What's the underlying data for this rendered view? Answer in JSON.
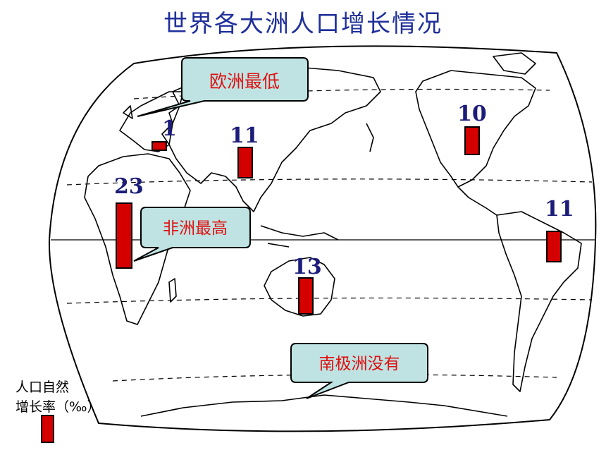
{
  "title": "世界各大洲人口增长情况",
  "callouts": {
    "europe": "欧洲最低",
    "africa": "非洲最高",
    "antarctica": "南极洲没有"
  },
  "values": {
    "europe": "1",
    "asia": "11",
    "africa": "23",
    "north_america": "10",
    "south_america": "11",
    "oceania": "13"
  },
  "growth_rates_per_mille": {
    "europe": 1,
    "asia": 11,
    "africa": 23,
    "north_america": 10,
    "south_america": 11,
    "oceania": 13
  },
  "legend": {
    "line1": "人口自然",
    "line2": "增长率（‰）"
  },
  "colors": {
    "bar": "#d40000",
    "callout_fill": "#bfe3e3",
    "callout_text": "#e01010",
    "title": "#1f2f9a",
    "value_text": "#1c1c7a"
  }
}
